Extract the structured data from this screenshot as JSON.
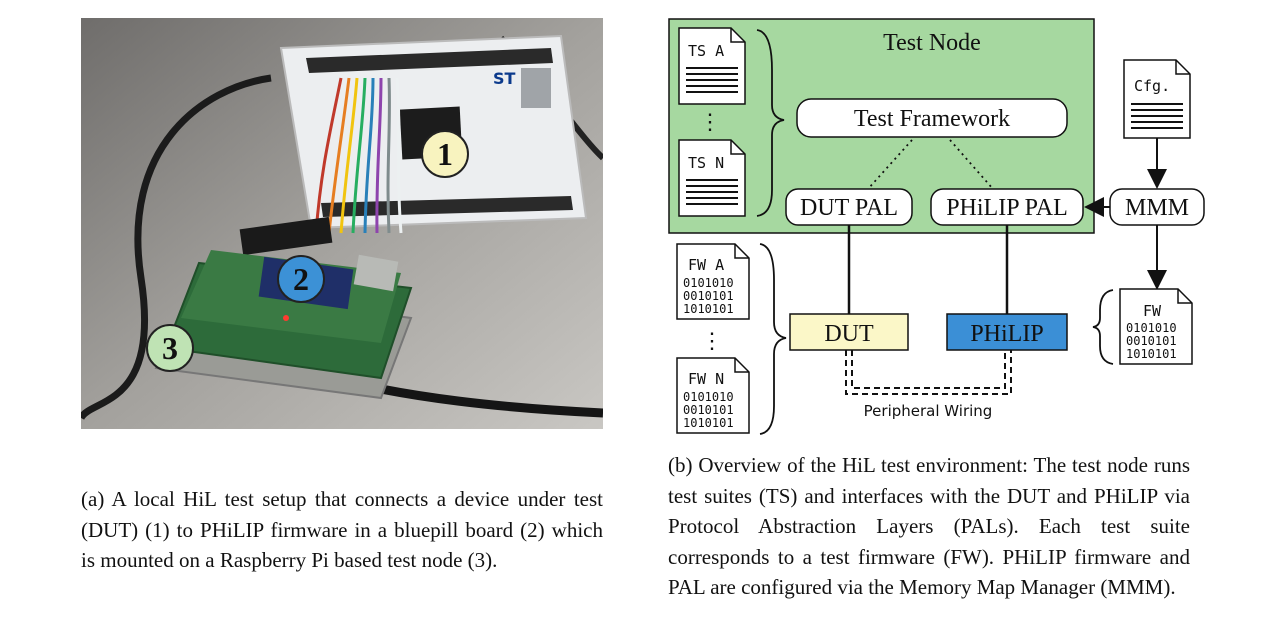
{
  "photo": {
    "markers": [
      {
        "label": "1",
        "color": "#f8f3bf"
      },
      {
        "label": "2",
        "color": "#3c91d6"
      },
      {
        "label": "3",
        "color": "#bfe3b4"
      }
    ],
    "board_text": "ST"
  },
  "diagram": {
    "test_node_title": "Test Node",
    "test_framework": "Test Framework",
    "dut_pal": "DUT PAL",
    "philip_pal": "PHiLIP PAL",
    "mmm": "MMM",
    "cfg": "Cfg.",
    "ts_a": "TS A",
    "ts_n": "TS N",
    "fw_a": "FW A",
    "fw_n": "FW N",
    "fw": "FW",
    "binary_lines": [
      "0101010",
      "0010101",
      "1010101"
    ],
    "dut": "DUT",
    "philip": "PHiLIP",
    "peripheral_wiring": "Peripheral Wiring",
    "ellipsis": "⋮",
    "colors": {
      "test_node_fill": "#a6d8a0",
      "dut_fill": "#fbf7c8",
      "philip_fill": "#3b8fd6"
    }
  },
  "captions": {
    "a": "(a) A local HiL test setup that connects a device under test (DUT) (1) to PHiLIP firmware in a bluepill board (2) which is mounted on a Raspberry Pi based test node (3).",
    "b": "(b) Overview of the HiL test environment: The test node runs test suites (TS) and interfaces with the DUT and PHiLIP via Protocol Abstraction Layers (PALs). Each test suite corresponds to a test firmware (FW). PHiLIP firmware and PAL are configured via the Memory Map Manager (MMM)."
  }
}
